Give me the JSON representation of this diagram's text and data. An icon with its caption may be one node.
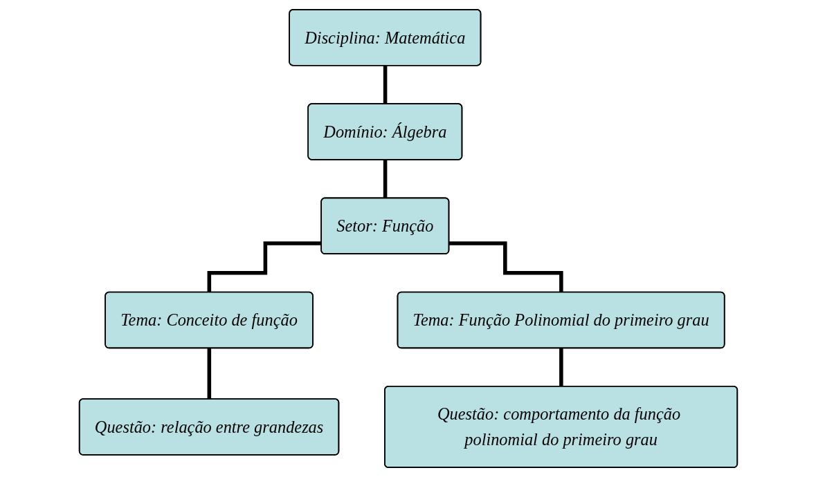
{
  "diagram": {
    "nodes": [
      {
        "text": [
          "Disciplina: Matemática"
        ]
      },
      {
        "text": [
          "Domínio: Álgebra"
        ]
      },
      {
        "text": [
          "Setor: Função"
        ]
      },
      {
        "text": [
          "Tema: Conceito de função"
        ]
      },
      {
        "text": [
          "Tema: Função Polinomial do primeiro grau"
        ]
      },
      {
        "text": [
          "Questão: relação entre grandezas"
        ]
      },
      {
        "text": [
          "Questão: comportamento da função polinomial do primeiro grau"
        ]
      }
    ],
    "edges": [
      {
        "from": 0,
        "to": 1,
        "arrow": "none"
      },
      {
        "from": 1,
        "to": 2,
        "arrow": "none"
      },
      {
        "from": 2,
        "to": 3,
        "arrow": "none"
      },
      {
        "from": 2,
        "to": 4,
        "arrow": "none"
      },
      {
        "from": 3,
        "to": 5,
        "arrow": "none"
      },
      {
        "from": 4,
        "to": 6,
        "arrow": "none"
      }
    ]
  }
}
